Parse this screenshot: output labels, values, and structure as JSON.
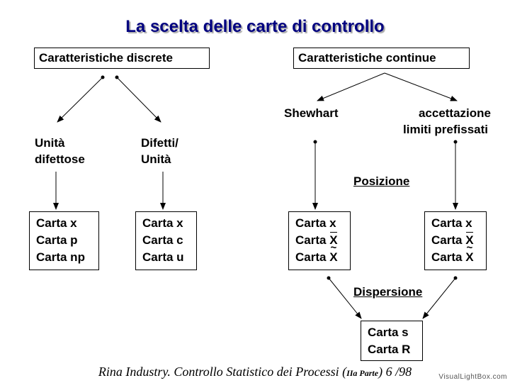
{
  "title": "La scelta delle carte di controllo",
  "left": {
    "header": "Caratteristiche discrete",
    "branch1": {
      "line1": "Unità",
      "line2": "difettose",
      "box": [
        "Carta x",
        "Carta p",
        "Carta np"
      ]
    },
    "branch2": {
      "line1": "Difetti/",
      "line2": "Unità",
      "box": [
        "Carta x",
        "Carta c",
        "Carta u"
      ]
    }
  },
  "right": {
    "header": "Caratteristiche continue",
    "branch1": {
      "label": "Shewhart",
      "box_line1": "Carta x",
      "box_prefix": "Carta ",
      "box_sym1": "X",
      "box_sym2": "X"
    },
    "branch2": {
      "line1": "accettazione",
      "line2": "limiti prefissati",
      "box_line1": "Carta x",
      "box_prefix": "Carta ",
      "box_sym1": "X",
      "box_sym2": "X"
    },
    "posizione": "Posizione",
    "dispersione": "Dispersione",
    "bottom_box": [
      "Carta s",
      "Carta R"
    ]
  },
  "footer": {
    "main": "Rina Industry. Controllo Statistico dei Processi (",
    "small": "IIa Parte",
    "end": ") 6 /98"
  },
  "watermark": "VisualLightBox.com"
}
